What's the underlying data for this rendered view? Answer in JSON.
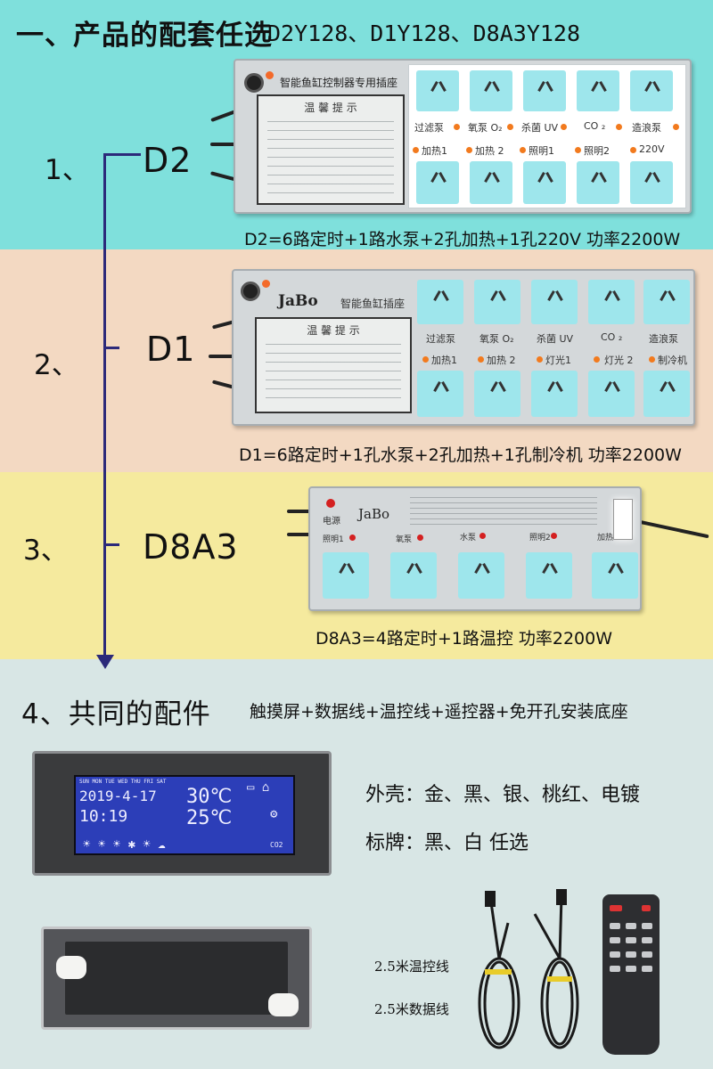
{
  "header": {
    "title": "一、产品的配套任选",
    "models": "D2Y128、D1Y128、D8A3Y128"
  },
  "items": [
    {
      "num": "1、",
      "name": "D2",
      "spec": "D2=6路定时+1路水泵+2孔加热+1孔220V  功率2200W"
    },
    {
      "num": "2、",
      "name": "D1",
      "spec": "D1=6路定时+1孔水泵+2孔加热+1孔制冷机 功率2200W"
    },
    {
      "num": "3、",
      "name": "D8A3",
      "spec": "D8A3=4路定时+1路温控  功率2200W"
    }
  ],
  "strip_d2": {
    "brand": "智能鱼缸控制器专用插座",
    "tip": "温 馨 提 示",
    "top_labels": [
      "过滤泵",
      "氧泵 O₂",
      "杀菌 UV",
      "CO ₂",
      "造浪泵"
    ],
    "bottom_labels": [
      "加热1",
      "加热 2",
      "照明1",
      "照明2",
      "220V"
    ]
  },
  "strip_d1": {
    "logo": "JaBo",
    "brand": "智能鱼缸插座",
    "tip": "温 馨 提 示",
    "top_labels": [
      "过滤泵",
      "氧泵 O₂",
      "杀菌 UV",
      "CO ₂",
      "造浪泵"
    ],
    "bottom_labels": [
      "加热1",
      "加热 2",
      "灯光1",
      "灯光 2",
      "制冷机"
    ]
  },
  "strip_d8a3": {
    "logo": "JaBo",
    "power_label": "电源",
    "labels": [
      "照明1",
      "氧泵",
      "水泵",
      "照明2",
      "加热"
    ]
  },
  "accessories": {
    "title": "4、共同的配件",
    "list": "触摸屏+数据线+温控线+遥控器+免开孔安装底座",
    "shell": "外壳：金、黑、银、桃红、电镀",
    "plate": "标牌：黑、白    任选",
    "cable_temp": "2.5米温控线",
    "cable_data": "2.5米数据线"
  },
  "lcd": {
    "weekdays": "SUN MON TUE WED THU FRI SAT",
    "date": "2019-4-17",
    "time": "10:19",
    "temp_set": "30℃",
    "temp_now": "25℃",
    "co2": "CO2"
  },
  "colors": {
    "band1": "#7fe0dc",
    "band2": "#f3d9c2",
    "band3": "#f5ea9e",
    "band4": "#d8e6e5",
    "socket": "#9ee6ec",
    "lcd": "#2c3eb8",
    "arrow": "#2c2a7a"
  }
}
